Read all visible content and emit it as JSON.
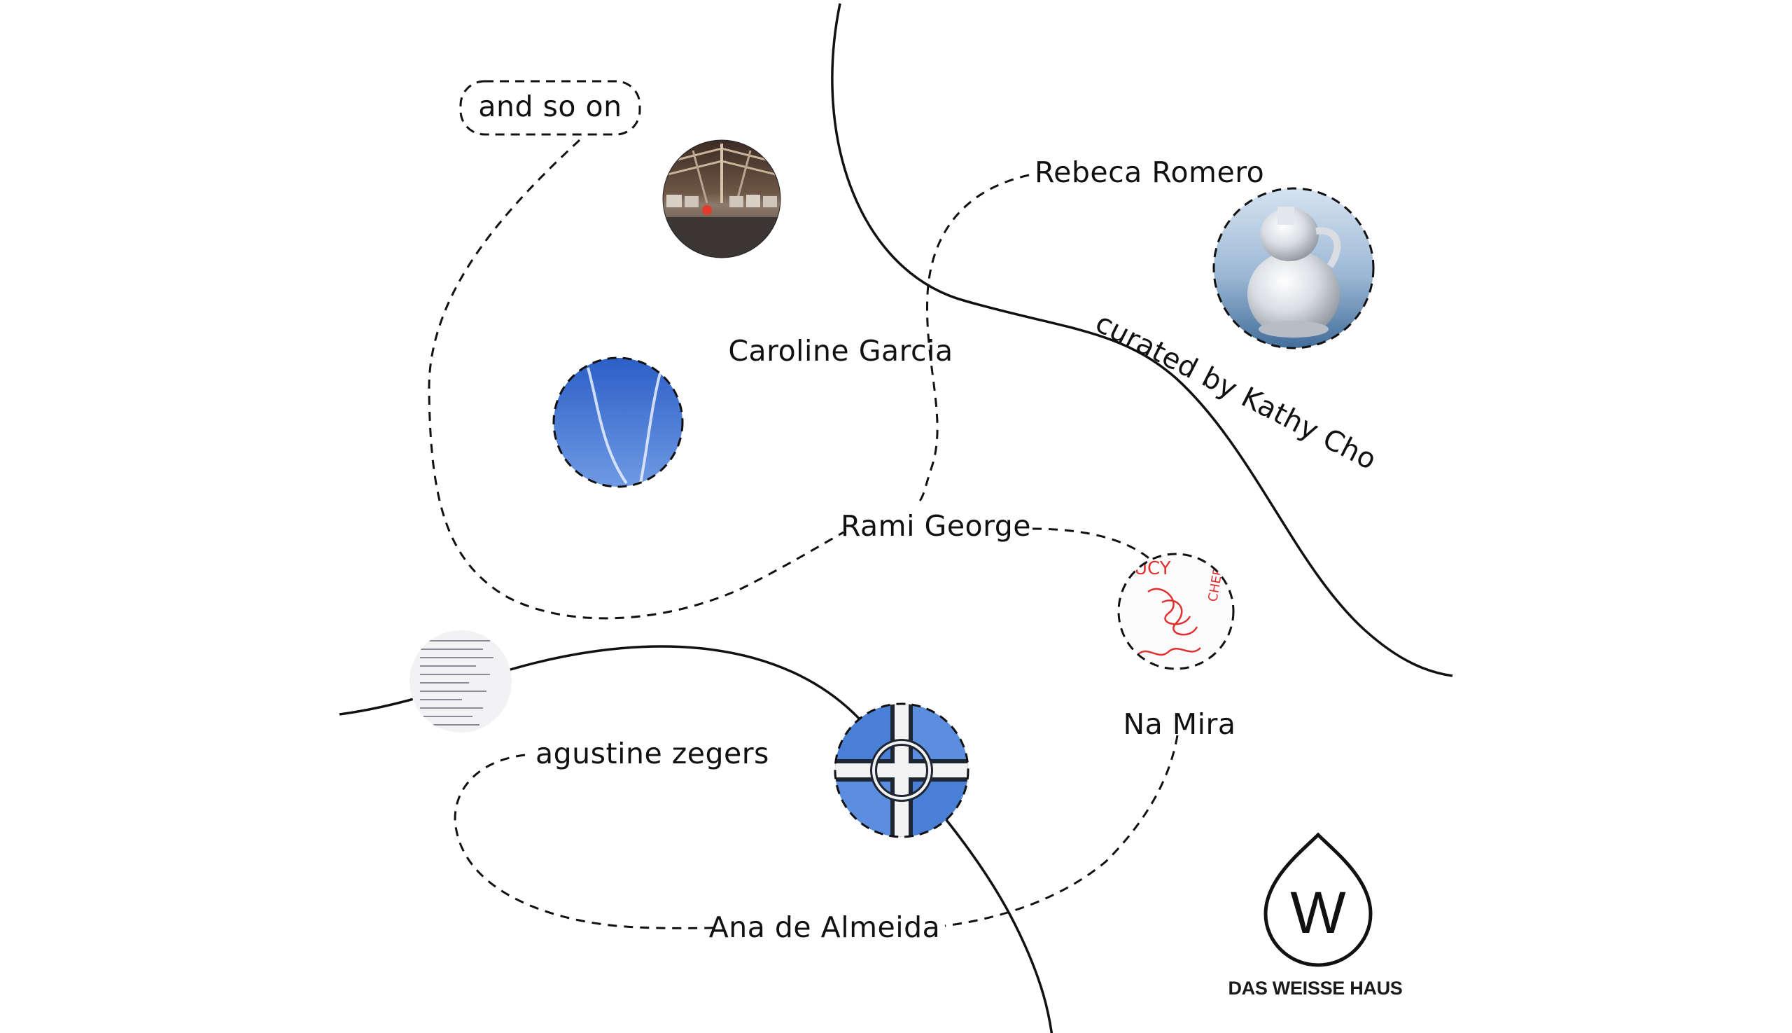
{
  "curator_label": "curated by Kathy Cho",
  "artists": {
    "and_so_on": "and so on",
    "rebeca": "Rebeca Romero",
    "caroline": "Caroline Garcia",
    "rami": "Rami George",
    "na_mira": "Na Mira",
    "agustine": "agustine zegers",
    "ana": "Ana de Almeida"
  },
  "thumbnails": {
    "room": "panoramic-room-thumbnail",
    "sky": "sky-contrails-thumbnail",
    "silver": "silver-vessel-thumbnail",
    "drawing": "red-scribble-drawing-thumbnail",
    "text": "printed-text-thumbnail",
    "tile": "blue-tile-thumbnail"
  },
  "brand": {
    "logo_letter": "W",
    "name": "DAS WEISSE HAUS"
  },
  "colors": {
    "ink": "#111111",
    "background": "#ffffff",
    "sky": "#3f74d4",
    "scribble": "#e03030",
    "tile_blue": "#3a6fd0"
  }
}
